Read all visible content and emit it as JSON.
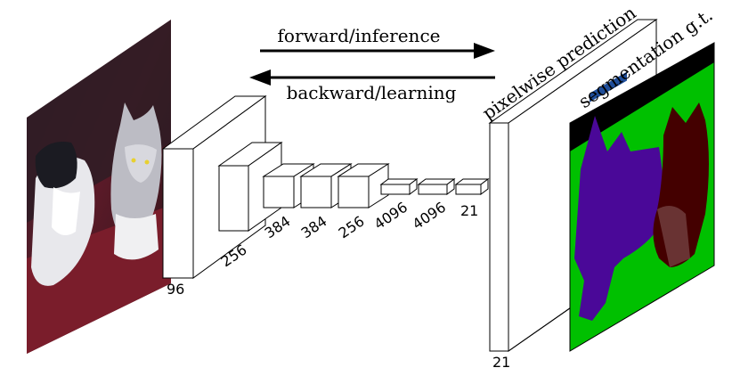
{
  "arrows": {
    "forward_label": "forward/inference",
    "backward_label": "backward/learning"
  },
  "layers": [
    {
      "label": "96"
    },
    {
      "label": "256"
    },
    {
      "label": "384"
    },
    {
      "label": "384"
    },
    {
      "label": "256"
    },
    {
      "label": "4096"
    },
    {
      "label": "4096"
    },
    {
      "label": "21"
    }
  ],
  "prediction": {
    "title": "pixelwise prediction",
    "label": "21"
  },
  "ground_truth": {
    "title": "segmentation g.t."
  },
  "colors": {
    "background_class": "#00c000",
    "dog_class": "#4a0898",
    "cat_class": "#440000",
    "void_class": "#000000",
    "void_label": "#1f4e9a"
  }
}
